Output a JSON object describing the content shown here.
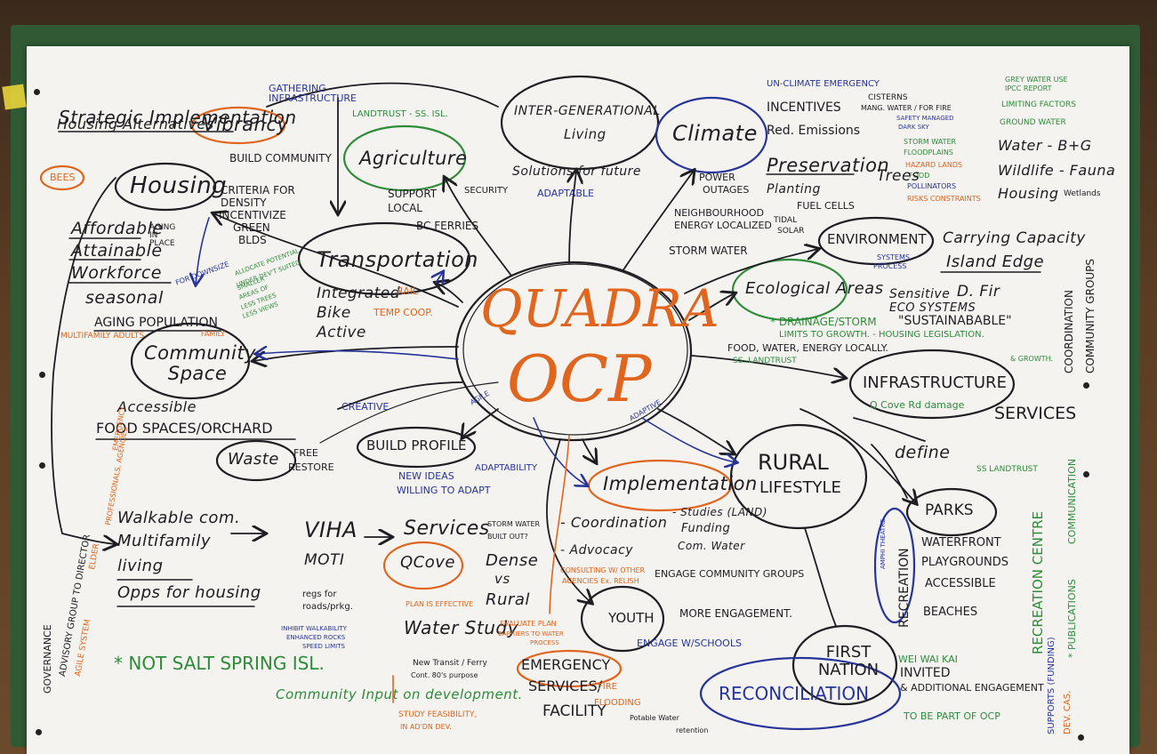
{
  "center": {
    "line1": "QUADRA",
    "line2": "OCP"
  },
  "nodes": {
    "strategic": "Strategic Implementation",
    "housing_alt": "Housing Alternatives",
    "vibrancy": "Vibrancy",
    "gathering": "GATHERING INFRASTRUCTURE",
    "build_community": "BUILD COMMUNITY",
    "bees": "BEES",
    "housing": "Housing",
    "affordable": "Affordable",
    "attainable": "Attainable",
    "workforce": "Workforce",
    "seasonal": "seasonal",
    "aging_in_place": "AGING IN PLACE",
    "for_downsize": "FOR DOWNSIZE",
    "criteria": "CRITERIA FOR",
    "density": "DENSITY",
    "incentivize": "INCENTIVIZE",
    "green": "GREEN",
    "blds": "BLDS",
    "allocate": "ALLOCATE POTENTIAL",
    "under_dev": "UNDER DEV'T SUITED",
    "smaller": "SMALLER",
    "areas_of": "AREAS OF",
    "less_trees": "LESS TREES",
    "less_views": "LESS VIEWS",
    "aging_pop": "AGING POPULATION",
    "multifamily": "MULTIFAMILY ADULTS",
    "family": "FAMILY",
    "agriculture": "Agriculture",
    "landtrust": "LANDTRUST - SS. ISL.",
    "support": "SUPPORT",
    "local": "LOCAL",
    "security": "SECURITY",
    "bc_ferries": "BC FERRIES",
    "transportation": "Transportation",
    "integrated": "Integrated",
    "rail": "RAIL",
    "bike": "Bike",
    "temp_coop": "TEMP COOP.",
    "active": "Active",
    "intergen": "INTER-GENERATIONAL",
    "living": "Living",
    "solutions": "Solutions for future",
    "adaptable": "ADAPTABLE",
    "climate": "Climate",
    "power": "POWER",
    "outages": "OUTAGES",
    "un_climate": "UN-CLIMATE EMERGENCY",
    "incentives": "INCENTIVES",
    "cisterns": "CISTERNS",
    "mang_water": "MANG. WATER / FOR FIRE",
    "red_emissions": "Red. Emissions",
    "safety": "SAFETY MANAGED",
    "dark_sky": "DARK SKY",
    "storm_water_g": "STORM WATER",
    "floodplains": "FLOODPLAINS",
    "hazard": "HAZARD LANDS",
    "food": "FOOD",
    "pollinators": "POLLINATORS",
    "risk": "RISKS CONSTRAINTS",
    "preservation": "Preservation",
    "trees": "Trees",
    "planting": "Planting",
    "grey_water": "GREY WATER USE",
    "ipcc": "IPCC REPORT",
    "limiting": "LIMITING FACTORS",
    "ground_water": "GROUND WATER",
    "water": "Water - B+G",
    "wildlife": "Wildlife - Fauna",
    "housing_r": "Housing",
    "wetlands": "Wetlands",
    "neighbourhood": "NEIGHBOURHOOD",
    "energy_localized": "ENERGY LOCALIZED",
    "fuel_cells": "FUEL CELLS",
    "tidal": "TIDAL",
    "solar": "SOLAR",
    "storm_water": "STORM WATER",
    "environment": "ENVIRONMENT",
    "systems": "SYSTEMS",
    "process": "PROCESS",
    "carrying": "Carrying Capacity",
    "island_edge": "Island Edge",
    "ecological": "Ecological Areas",
    "sensitive": "Sensitive",
    "dfir": "D. Fir",
    "eco_systems": "ECO SYSTEMS",
    "drainage": "* DRAINAGE/STORM",
    "sustainable": "\"SUSTAINABABLE\"",
    "limits": "LIMITS TO GROWTH. - HOUSING LEGISLATION.",
    "growth": "& GROWTH.",
    "coordination": "COORDINATION",
    "community_groups": "COMMUNITY GROUPS",
    "food_water": "FOOD, WATER, ENERGY LOCALLY.",
    "ss_landtrust": "SS. LANDTRUST",
    "infrastructure": "INFRASTRUCTURE",
    "qcove_damage": "Q Cove Rd damage",
    "services_r": "SERVICES",
    "community_space": "Community Space",
    "accessible": "Accessible",
    "food_spaces": "FOOD SPACES/ORCHARD",
    "waste": "Waste",
    "free": "FREE",
    "restore": "RESTORE",
    "creative": "CREATIVE",
    "agile": "AGILE",
    "adaptive": "ADAPTIVE",
    "build_profile": "BUILD PROFILE",
    "new_ideas": "NEW IDEAS",
    "willing": "WILLING TO ADAPT",
    "adaptability": "ADAPTABILITY",
    "implementation": "Implementation",
    "studies": "- Studies (LAND)",
    "funding": "Funding",
    "com_water": "Com. Water",
    "coordination2": "- Coordination",
    "advocacy": "- Advocacy",
    "consulting": "CONSULTING W/ OTHER",
    "agencies": "AGENCIES Ex. RELISH",
    "engage_groups": "ENGAGE COMMUNITY GROUPS",
    "more_engagement": "MORE ENGAGEMENT.",
    "rural": "RURAL",
    "lifestyle": "LIFESTYLE",
    "define": "define",
    "ss_landtrust2": "SS LANDTRUST",
    "parks": "PARKS",
    "waterfront": "WATERFRONT",
    "playgrounds": "PLAYGROUNDS",
    "accessible2": "ACCESSIBLE",
    "beaches": "BEACHES",
    "recreation": "RECREATION",
    "amphi": "AMPHI THEATRE",
    "recreation_centre": "RECREATION CENTRE",
    "communication": "COMMUNICATION",
    "publications": "* PUBLICATIONS",
    "supports": "SUPPORTS (FUNDING)",
    "dev_cas": "DEV. CAS.",
    "walkable": "Walkable com.",
    "multifamily2": "Multifamily",
    "living2": "living",
    "opps": "Opps for housing",
    "viha": "VIHA",
    "moti": "MOTI",
    "regs": "regs for",
    "roads": "roads/prkg.",
    "inhibit": "INHIBIT WALKABILITY",
    "enhanced": "ENHANCED ROCKS",
    "speed": "SPEED LIMITS",
    "services": "Services",
    "storm_water2": "STORM WATER",
    "built_out": "BUILT OUT?",
    "qcove": "QCove",
    "dense": "Dense",
    "vs": "vs",
    "rural2": "Rural",
    "plan_effective": "PLAN IS EFFECTIVE",
    "water_study": "Water Study",
    "evaluate": "EVALUATE PLAN",
    "barriers": "BARRIERS TO WATER",
    "process2": "PROCESS",
    "youth": "YOUTH",
    "engage_schools": "ENGAGE W/SCHOOLS",
    "emergency": "EMERGENCY",
    "services_fac": "SERVICES/",
    "facility": "FACILITY",
    "fire": "FIRE",
    "flooding": "FLOODING",
    "potable": "Potable Water",
    "retention": "retention",
    "new_transit": "New Transit / Ferry",
    "cont_purpose": "Cont. 80's purpose",
    "study_feasibility": "STUDY FEASIBILITY,",
    "in_ad_dev": "IN AD'DN DEV.",
    "community_input": "Community Input on development.",
    "not_salt": "* NOT SALT SPRING ISL.",
    "governance": "GOVERNANCE",
    "advisory": "ADVISORY GROUP TO DIRECTOR",
    "agile_system": "AGILE SYSTEM",
    "elder": "ELDER",
    "professionals": "PROFESSIONALS, AGENCIES",
    "emergency_v": "EMERGENCY",
    "first_nation": "FIRST NATION",
    "weiwaikai": "WEI WAI KAI",
    "invited": "INVITED",
    "additional": "& ADDITIONAL ENGAGEMENT",
    "reconciliation": "RECONCILIATION",
    "to_be_part": "TO BE PART OF OCP"
  }
}
